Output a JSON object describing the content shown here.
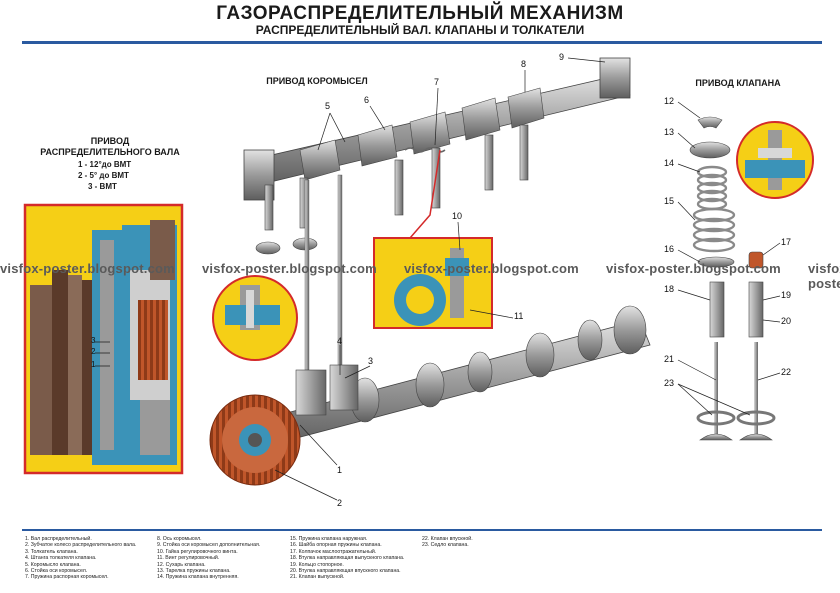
{
  "title": "ГАЗОРАСПРЕДЕЛИТЕЛЬНЫЙ МЕХАНИЗМ",
  "subtitle": "РАСПРЕДЕЛИТЕЛЬНЫЙ ВАЛ. КЛАПАНЫ И ТОЛКАТЕЛИ",
  "sections": {
    "rocker_drive": "ПРИВОД КОРОМЫСЕЛ",
    "valve_drive": "ПРИВОД КЛАПАНА",
    "camshaft_drive_line1": "ПРИВОД",
    "camshaft_drive_line2": "РАСПРЕДЕЛИТЕЛЬНОГО ВАЛА"
  },
  "drive_marks": [
    "1 - 12°до ВМТ",
    "2 - 5° до ВМТ",
    "3 - ВМТ"
  ],
  "watermark": "visfox-poster.blogspot.com",
  "callouts": [
    "1",
    "2",
    "3",
    "4",
    "5",
    "6",
    "7",
    "8",
    "9",
    "10",
    "11",
    "12",
    "13",
    "14",
    "15",
    "16",
    "17",
    "18",
    "19",
    "20",
    "21",
    "22",
    "23"
  ],
  "pulley_marks": [
    "3",
    "2",
    "1"
  ],
  "legend": [
    [
      "1. Вал распределительный.",
      "2. Зубчатое колесо распределительного вала.",
      "3. Толкатель клапана.",
      "4. Штанга толкателя клапана.",
      "5. Коромысло клапана.",
      "6. Стойка оси коромысел.",
      "7. Пружина распорная коромысел."
    ],
    [
      "8. Ось коромысел.",
      "9. Стойка оси коромысел дополнительная.",
      "10. Гайка регулировочного винта.",
      "11. Винт регулировочный.",
      "12. Сухарь клапана.",
      "13. Тарелка пружины клапана.",
      "14. Пружина клапана внутренняя."
    ],
    [
      "15. Пружина клапана наружная.",
      "16. Шайба опорная пружины клапана.",
      "17. Колпачок маслоотражательный.",
      "18. Втулка направляющая выпускного клапана.",
      "19. Кольцо стопорное.",
      "20. Втулка направляющая впускного клапана.",
      "21. Клапан выпускной."
    ],
    [
      "22. Клапан впускной.",
      "23. Седло клапана."
    ]
  ],
  "colors": {
    "accent_blue": "#2a5aa0",
    "inset_yellow": "#f5cf16",
    "inset_red": "#d42a2a",
    "part_blue": "#3b93b8",
    "metal": "#9a9a9a",
    "gear": "#c0562a"
  }
}
